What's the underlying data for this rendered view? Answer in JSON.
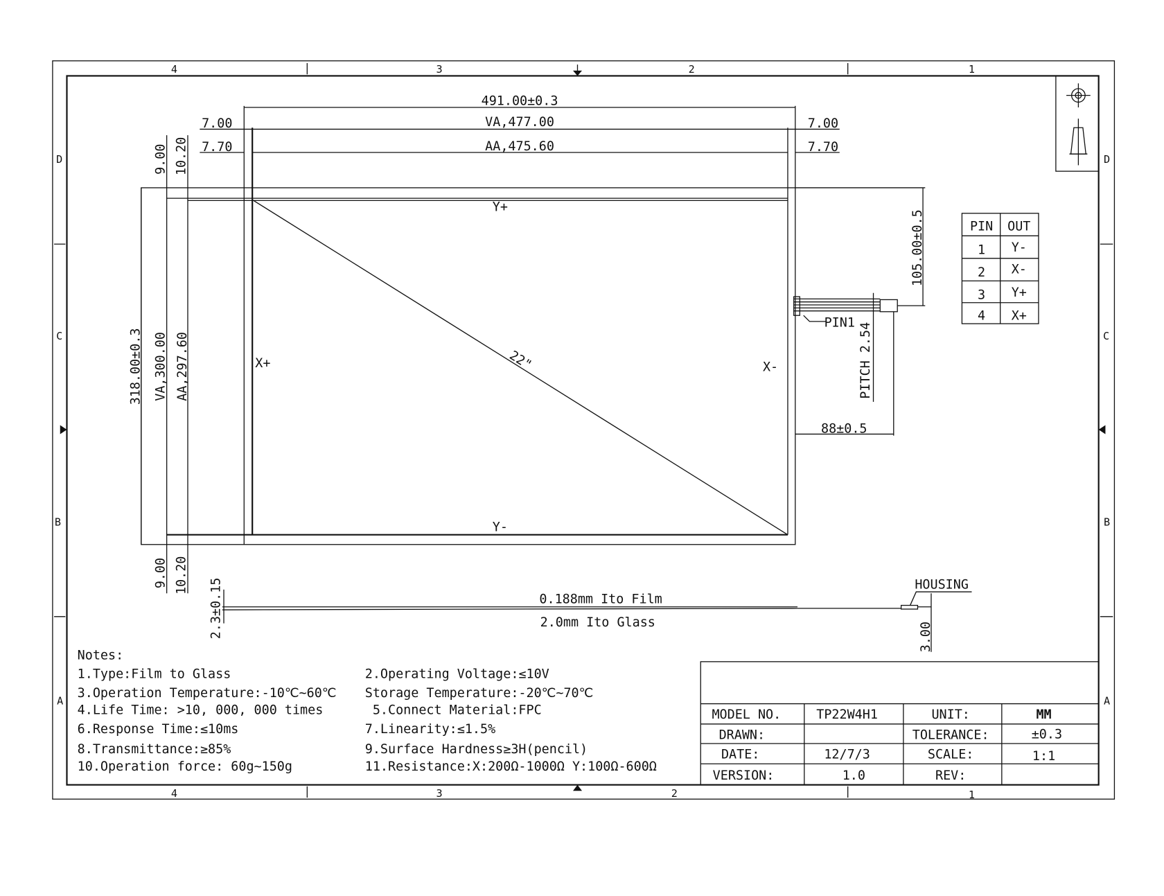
{
  "frame": {
    "zones_top": [
      "4",
      "3",
      "2",
      "1"
    ],
    "zones_bottom": [
      "4",
      "3",
      "2",
      "1"
    ],
    "zones_side": [
      "D",
      "C",
      "B",
      "A"
    ]
  },
  "dimensions": {
    "overall_width": "491.00±0.3",
    "va_width": "VA,477.00",
    "aa_width": "AA,475.60",
    "left_7_00": "7.00",
    "left_7_70": "7.70",
    "right_7_00": "7.00",
    "right_7_70": "7.70",
    "top_9_00": "9.00",
    "top_10_20": "10.20",
    "bottom_9_00": "9.00",
    "bottom_10_20": "10.20",
    "overall_height": "318.00±0.3",
    "va_height": "VA,300.00",
    "aa_height": "AA,297.60",
    "connector_offset": "105.00±0.5",
    "pitch": "PITCH 2.54",
    "tail_length": "88±0.5",
    "pin1": "PIN1",
    "diagonal": "22\"",
    "thickness": "2.3±0.15",
    "housing": "HOUSING",
    "housing_dim": "3.00",
    "film": "0.188mm Ito Film",
    "glass": "2.0mm Ito Glass"
  },
  "electrodes": {
    "y_plus": "Y+",
    "y_minus": "Y-",
    "x_plus": "X+",
    "x_minus": "X-"
  },
  "pin_table": {
    "headers": [
      "PIN",
      "OUT"
    ],
    "rows": [
      [
        "1",
        "Y-"
      ],
      [
        "2",
        "X-"
      ],
      [
        "3",
        "Y+"
      ],
      [
        "4",
        "X+"
      ]
    ]
  },
  "notes": {
    "title": "Notes:",
    "left": [
      "1.Type:Film to Glass",
      "3.Operation Temperature:-10℃~60℃",
      "4.Life Time: >10, 000, 000 times",
      "6.Response Time:≤10ms",
      "8.Transmittance:≥85%",
      "10.Operation force: 60g~150g"
    ],
    "right": [
      "2.Operating Voltage:≤10V",
      "Storage Temperature:-20℃~70℃",
      " 5.Connect Material:FPC",
      "7.Linearity:≤1.5%",
      "9.Surface Hardness≥3H(pencil)",
      "11.Resistance:X:200Ω-1000Ω  Y:100Ω-600Ω"
    ]
  },
  "title_block": {
    "model_label": "MODEL NO.",
    "model": "TP22W4H1",
    "unit_label": "UNIT:",
    "unit": "MM",
    "drawn_label": "DRAWN:",
    "drawn": "",
    "tolerance_label": "TOLERANCE:",
    "tolerance": "±0.3",
    "date_label": "DATE:",
    "date": "12/7/3",
    "scale_label": "SCALE:",
    "scale": "1:1",
    "version_label": "VERSION:",
    "version": "1.0",
    "rev_label": "REV:",
    "rev": ""
  }
}
